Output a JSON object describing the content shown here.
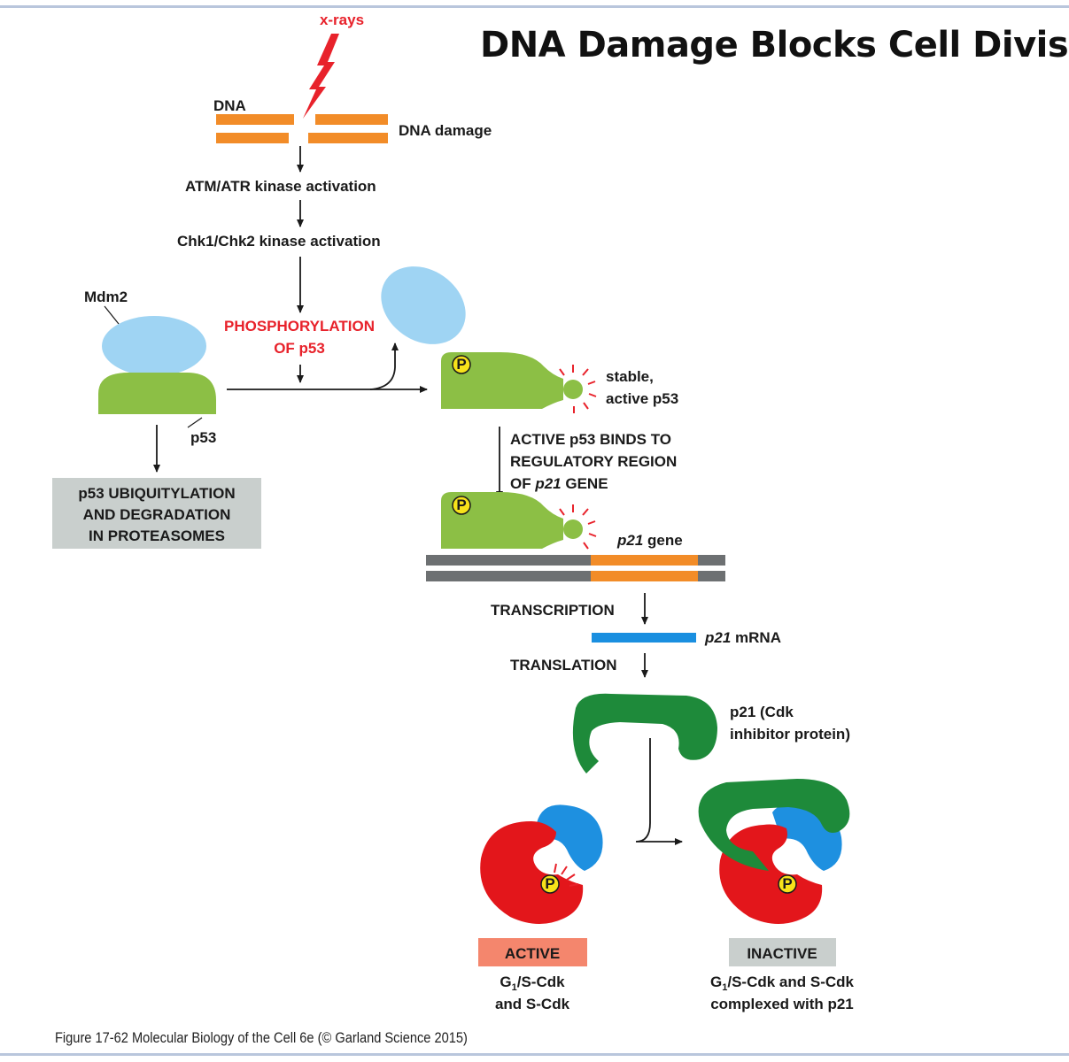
{
  "title": "DNA Damage Blocks Cell Divisi",
  "labels": {
    "xrays": "x-rays",
    "dna": "DNA",
    "dna_damage": "DNA damage",
    "atm_atr": "ATM/ATR kinase activation",
    "chk": "Chk1/Chk2 kinase activation",
    "mdm2": "Mdm2",
    "phosphorylation_line1": "PHOSPHORYLATION",
    "phosphorylation_line2": "OF p53",
    "p53": "p53",
    "stable_line1": "stable,",
    "stable_line2": "active p53",
    "binds_line1": "ACTIVE p53 BINDS TO",
    "binds_line2": "REGULATORY REGION",
    "binds_line3_prefix": "OF ",
    "binds_line3_gene": "p21",
    "binds_line3_suffix": " GENE",
    "p21_gene_italic": "p21",
    "p21_gene_suffix": " gene",
    "transcription": "TRANSCRIPTION",
    "p21_mrna_italic": "p21",
    "p21_mrna_suffix": " mRNA",
    "translation": "TRANSLATION",
    "p21_protein_line1": "p21 (Cdk",
    "p21_protein_line2": "inhibitor protein)",
    "phospho_marker": "P",
    "degradation_box": [
      "p53 UBIQUITYLATION",
      "AND DEGRADATION",
      "IN PROTEASOMES"
    ],
    "active_badge": "ACTIVE",
    "active_desc_line1_pre": "G",
    "active_desc_line1_sub": "1",
    "active_desc_line1_post": "/S-Cdk",
    "active_desc_line2": "and S-Cdk",
    "inactive_badge": "INACTIVE",
    "inactive_desc_line1_pre": "G",
    "inactive_desc_line1_sub": "1",
    "inactive_desc_line1_post": "/S-Cdk and S-Cdk",
    "inactive_desc_line2": "complexed with p21"
  },
  "caption": "Figure 17-62  Molecular Biology of the Cell 6e (© Garland Science 2015)",
  "colors": {
    "dna_orange": "#f28c28",
    "mdm2_blue": "#9fd4f3",
    "p53_green": "#8cbf45",
    "phospho_red": "#e8222b",
    "phospho_yellow": "#f7e21a",
    "gene_gray": "#6d7072",
    "mrna_blue": "#1a8fe0",
    "p21_green": "#1e8a3a",
    "cdk_red": "#e3161b",
    "cyclin_blue": "#1e90e0",
    "box_gray": "#c9cfcd",
    "active_salmon": "#f4866d",
    "frame_blue": "#b9c6dc"
  }
}
